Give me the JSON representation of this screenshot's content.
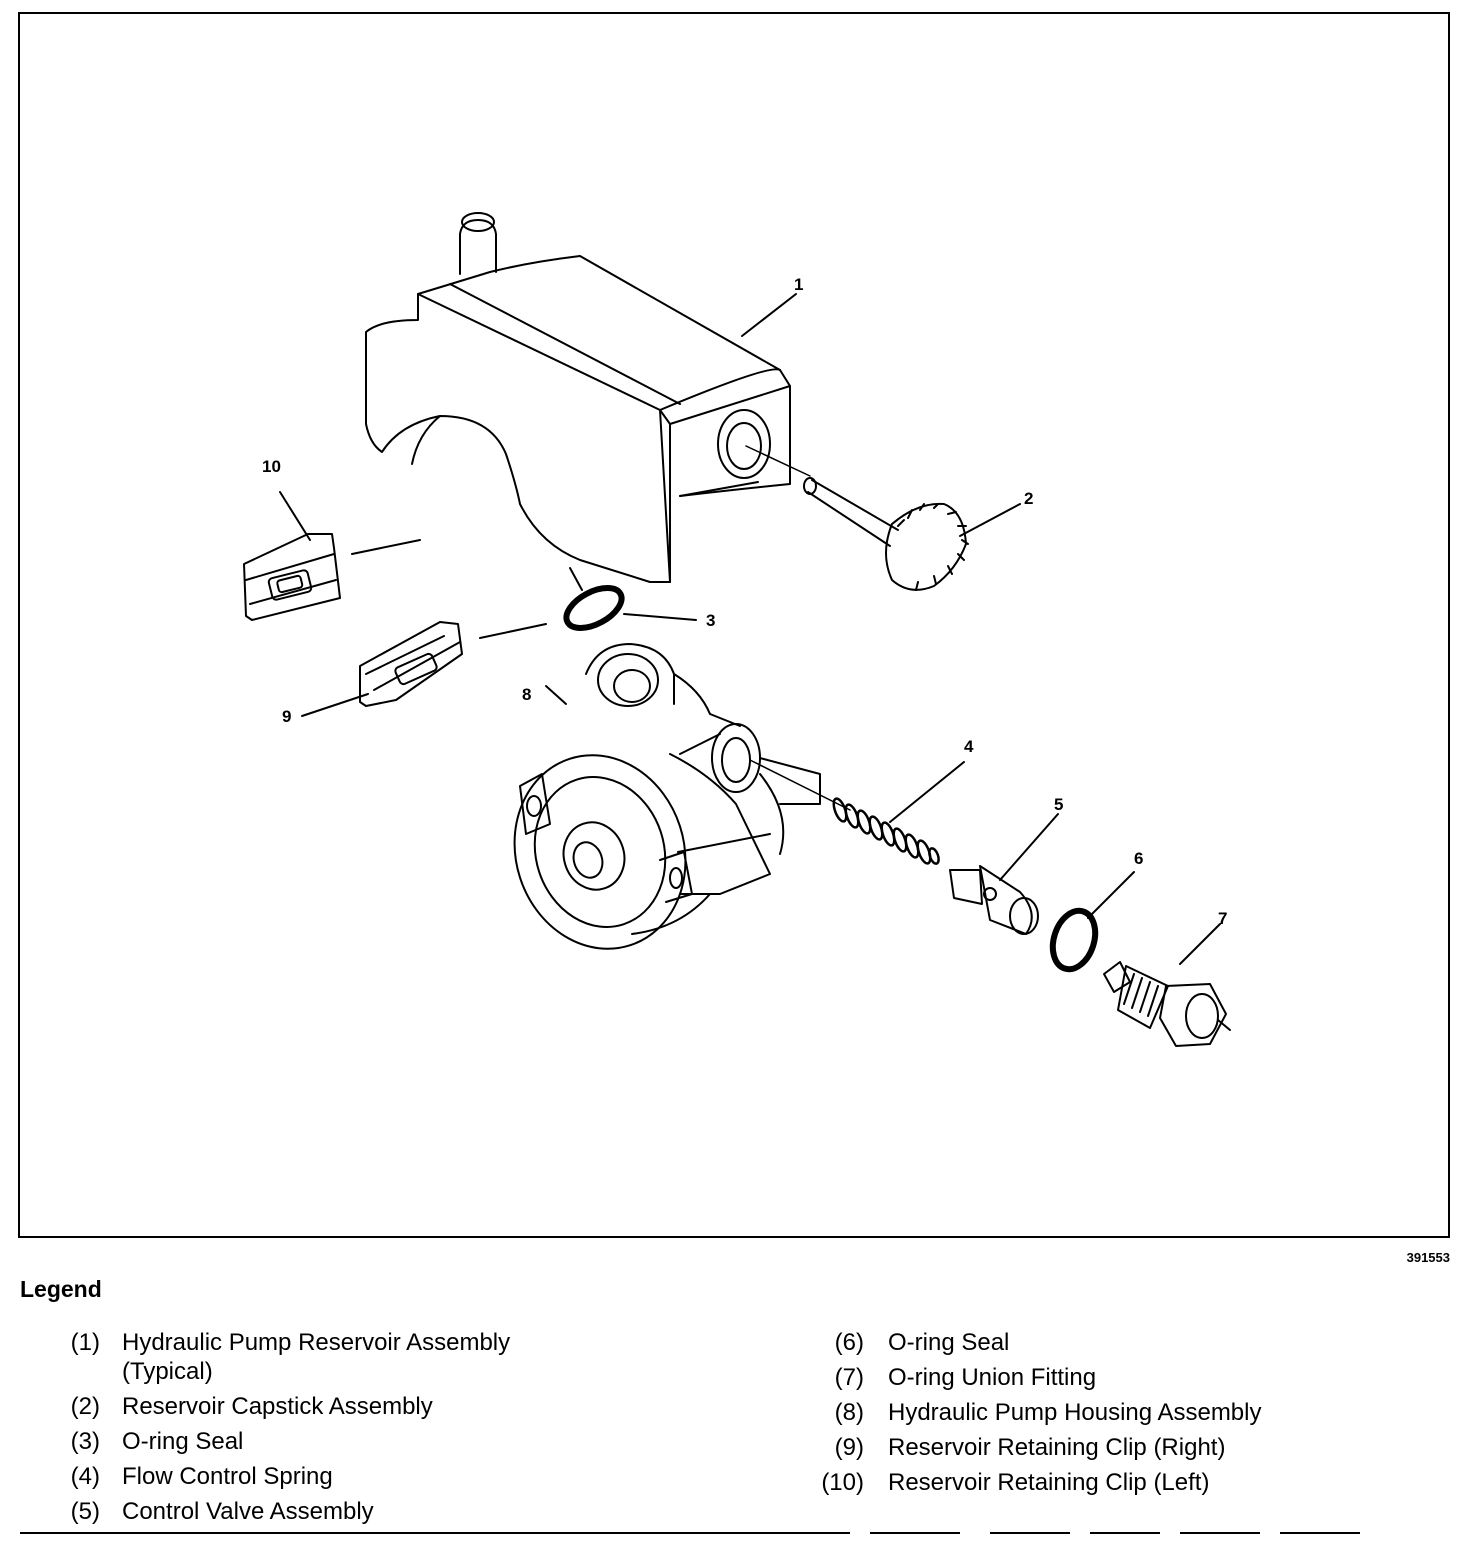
{
  "figure": {
    "id_label": "391553",
    "callouts": [
      "1",
      "2",
      "3",
      "4",
      "5",
      "6",
      "7",
      "8",
      "9",
      "10"
    ]
  },
  "legend": {
    "title": "Legend",
    "left_items": [
      {
        "num": "(1)",
        "text": "Hydraulic Pump Reservoir Assembly",
        "text2": "(Typical)"
      },
      {
        "num": "(2)",
        "text": "Reservoir Capstick Assembly"
      },
      {
        "num": "(3)",
        "text": "O-ring Seal"
      },
      {
        "num": "(4)",
        "text": "Flow Control Spring"
      },
      {
        "num": "(5)",
        "text": "Control Valve Assembly"
      }
    ],
    "right_items": [
      {
        "num": "(6)",
        "text": "O-ring Seal"
      },
      {
        "num": "(7)",
        "text": "O-ring Union Fitting"
      },
      {
        "num": "(8)",
        "text": "Hydraulic Pump Housing Assembly"
      },
      {
        "num": "(9)",
        "text": "Reservoir Retaining Clip (Right)"
      },
      {
        "num": "(10)",
        "text": "Reservoir Retaining Clip (Left)"
      }
    ]
  }
}
